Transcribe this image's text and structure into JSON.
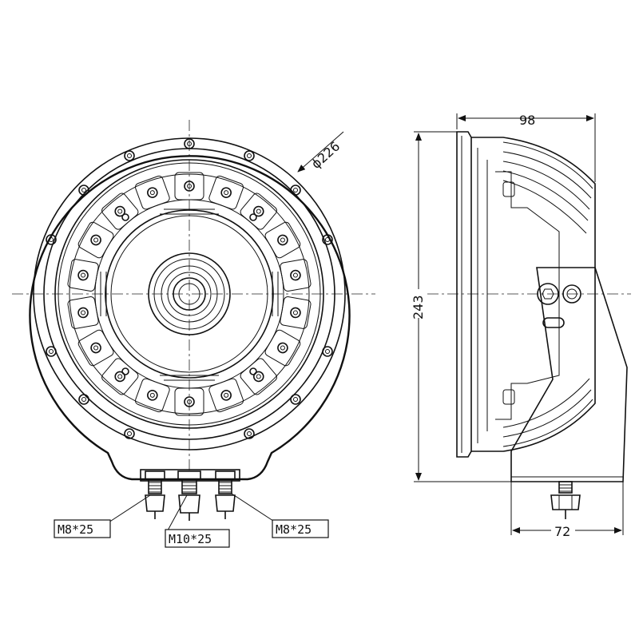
{
  "front_view": {
    "diameter_label": "ϕ226",
    "bolt_labels": {
      "left": "M8*25",
      "center": "M10*25",
      "right": "M8*25"
    }
  },
  "side_view": {
    "depth_label": "98",
    "height_label": "243",
    "bracket_label": "72"
  }
}
